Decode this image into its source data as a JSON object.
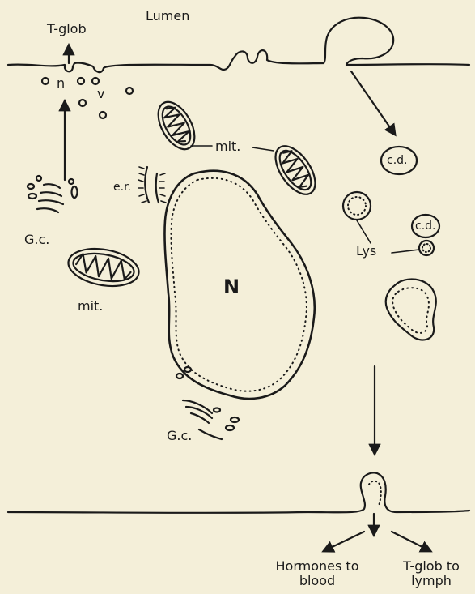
{
  "labels": {
    "lumen": "Lumen",
    "t_glob_top": "T-glob",
    "n_small": "n",
    "v_small": "v",
    "mit_1": "mit.",
    "mit_2": "mit.",
    "er": "e.r.",
    "gc_1": "G.c.",
    "gc_2": "G.c.",
    "nucleus": "N",
    "cd_1": "c.d.",
    "cd_2": "c.d.",
    "lys": "Lys",
    "hormones_line1": "Hormones to",
    "hormones_line2": "blood",
    "tglob_line1": "T-glob to",
    "tglob_line2": "lymph"
  },
  "colors": {
    "background": "#f4efd9",
    "ink": "#1a1a1a"
  }
}
